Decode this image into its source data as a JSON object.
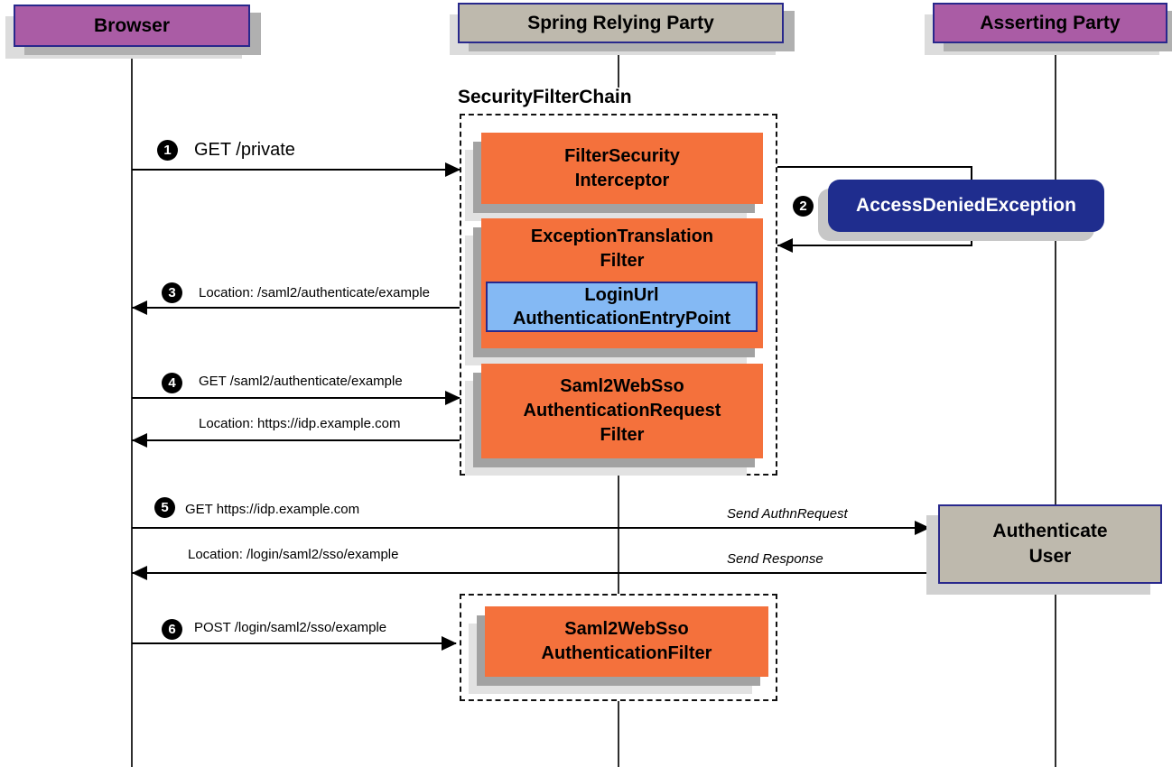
{
  "actors": {
    "browser": {
      "label": "Browser"
    },
    "relying_party": {
      "label": "Spring Relying Party"
    },
    "asserting_party": {
      "label": "Asserting Party"
    }
  },
  "filter_chain": {
    "title": "SecurityFilterChain",
    "filter_security_interceptor": {
      "lines": [
        "FilterSecurity",
        "Interceptor"
      ]
    },
    "exception_translation_filter": {
      "lines": [
        "ExceptionTranslation",
        "Filter"
      ]
    },
    "login_url_entry_point": {
      "lines": [
        "LoginUrl",
        "AuthenticationEntryPoint"
      ]
    },
    "saml2_request_filter": {
      "lines": [
        "Saml2WebSso",
        "AuthenticationRequest",
        "Filter"
      ]
    },
    "saml2_authentication_filter": {
      "lines": [
        "Saml2WebSso",
        "AuthenticationFilter"
      ]
    }
  },
  "callout": {
    "access_denied": "AccessDeniedException"
  },
  "asserting": {
    "authenticate_user": {
      "lines": [
        "Authenticate",
        "User"
      ]
    }
  },
  "messages": {
    "step1": {
      "num": "1",
      "label": "GET /private"
    },
    "step2": {
      "num": "2"
    },
    "step3": {
      "num": "3",
      "label": "Location: /saml2/authenticate/example"
    },
    "step4": {
      "num": "4",
      "label": "GET /saml2/authenticate/example"
    },
    "step4_return": {
      "label": "Location: https://idp.example.com"
    },
    "step5": {
      "num": "5",
      "label": "GET https://idp.example.com",
      "remote_label": "Send AuthnRequest"
    },
    "step5_return": {
      "label": "Location: /login/saml2/sso/example",
      "remote_label": "Send Response"
    },
    "step6": {
      "num": "6",
      "label": "POST /login/saml2/sso/example"
    }
  },
  "colors": {
    "actor_purple": "#AA5CA5",
    "actor_gray": "#BEB9AD",
    "filter_orange": "#F4713C",
    "entry_point_blue": "#84B9F4",
    "exception_navy": "#1F2D8E",
    "border_navy": "#28288C"
  }
}
